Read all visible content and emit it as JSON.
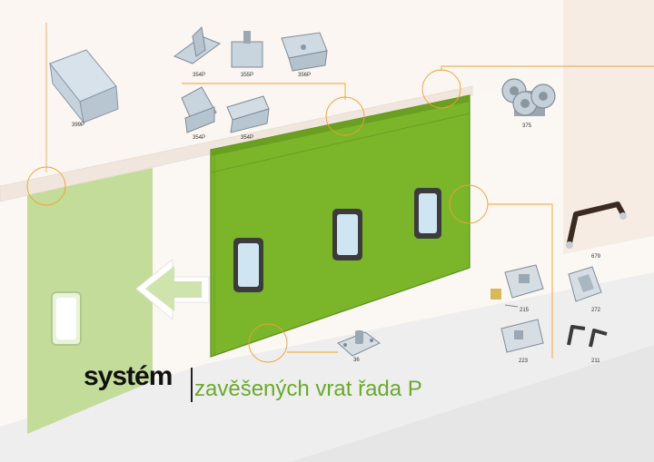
{
  "title": {
    "bold": "systém",
    "rest": "zavěšených vrat řada P"
  },
  "parts": {
    "p399": "399P",
    "p354a": "354P",
    "p355": "355P",
    "p356": "356P",
    "p354b": "354P",
    "p354c": "354P",
    "p375": "375",
    "p679": "679",
    "p215": "215",
    "p272": "272",
    "p223": "223",
    "p211": "211",
    "p36": "36"
  },
  "colors": {
    "door_green": "#7ab52a",
    "ghost_green": "#c4dc9a",
    "accent_orange": "#f0a030",
    "title_green": "#6aa92d"
  }
}
